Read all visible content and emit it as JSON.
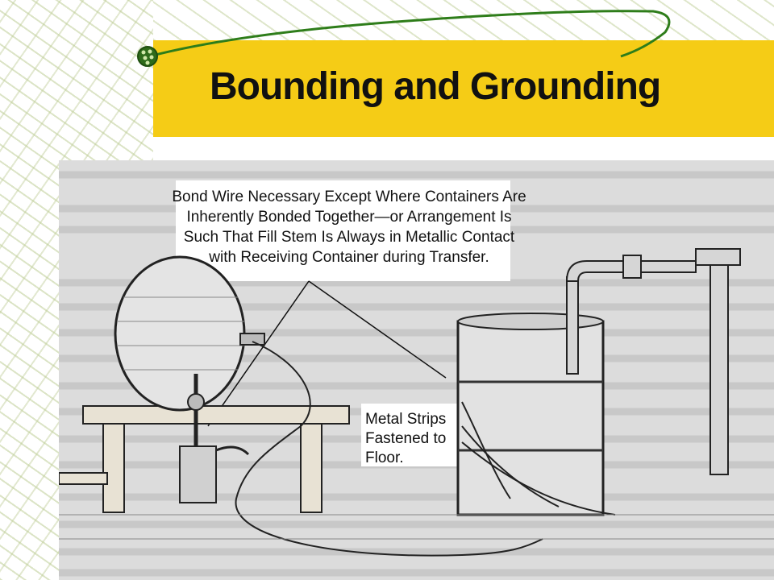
{
  "slide": {
    "title": "Bounding and Grounding"
  },
  "figure": {
    "callout_bond": "Bond Wire Necessary Except Where Containers Are\nInherently Bonded Together—or Arrangement Is\nSuch That Fill Stem Is Always in Metallic Contact\nwith Receiving Container during Transfer.",
    "callout_strips": "Metal Strips\nFastened to\nFloor."
  },
  "colors": {
    "title_band": "#f5cc16",
    "accent_line": "#2e7d1a",
    "figure_bg": "#dcdcdc"
  },
  "icons": [
    "bead-icon"
  ]
}
